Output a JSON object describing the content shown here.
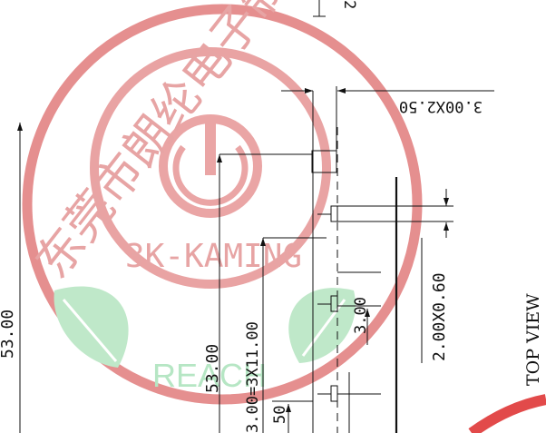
{
  "drawing": {
    "view_label": "TOP VIEW",
    "dimensions": {
      "left_total": "53.00",
      "inner_total": "53.00",
      "pitch_series": "3.00=3X11.00",
      "partial": "50",
      "pad_pitch": "3.00",
      "pad_size": "2.00X0.60",
      "corner_pad": "3.00X2.50"
    },
    "top_fragment": "2"
  },
  "watermark": {
    "company": "东莞市朗纶电子制品有限公司",
    "brand": "3K-KAMING",
    "reach": "REACH",
    "colors": {
      "seal": "#e24a4a",
      "reach": "#3cb35a"
    }
  }
}
